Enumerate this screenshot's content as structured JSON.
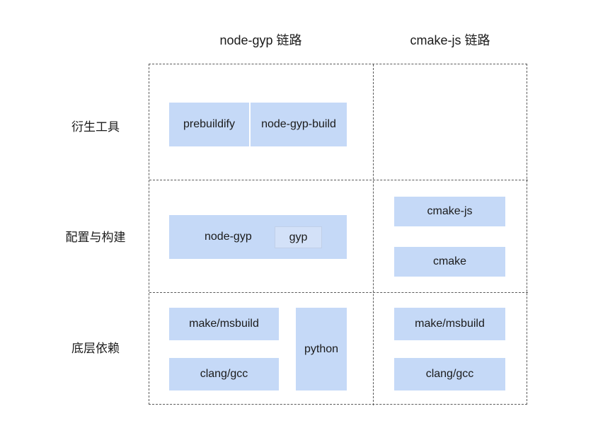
{
  "diagram": {
    "columns": [
      {
        "label": "node-gyp 链路"
      },
      {
        "label": "cmake-js 链路"
      }
    ],
    "rows": [
      {
        "label": "衍生工具"
      },
      {
        "label": "配置与构建"
      },
      {
        "label": "底层依赖"
      }
    ],
    "colors": {
      "box_fill": "#c5d9f7",
      "inner_fill": "#d3e1f8",
      "inner_border": "#c0cfe8",
      "grid": "#5a5a5a",
      "text": "#1b1b1b",
      "background": "#ffffff"
    },
    "cells": {
      "derived_tools_node_gyp": {
        "boxes": [
          {
            "label": "prebuildify"
          },
          {
            "label": "node-gyp-build"
          }
        ]
      },
      "derived_tools_cmake_js": {
        "boxes": []
      },
      "configure_build_node_gyp": {
        "boxes": [
          {
            "label": "node-gyp",
            "nested": {
              "label": "gyp"
            }
          }
        ]
      },
      "configure_build_cmake_js": {
        "boxes": [
          {
            "label": "cmake-js"
          },
          {
            "label": "cmake"
          }
        ]
      },
      "low_level_node_gyp": {
        "boxes": [
          {
            "label": "make/msbuild"
          },
          {
            "label": "clang/gcc"
          },
          {
            "label": "python"
          }
        ]
      },
      "low_level_cmake_js": {
        "boxes": [
          {
            "label": "make/msbuild"
          },
          {
            "label": "clang/gcc"
          }
        ]
      }
    }
  }
}
